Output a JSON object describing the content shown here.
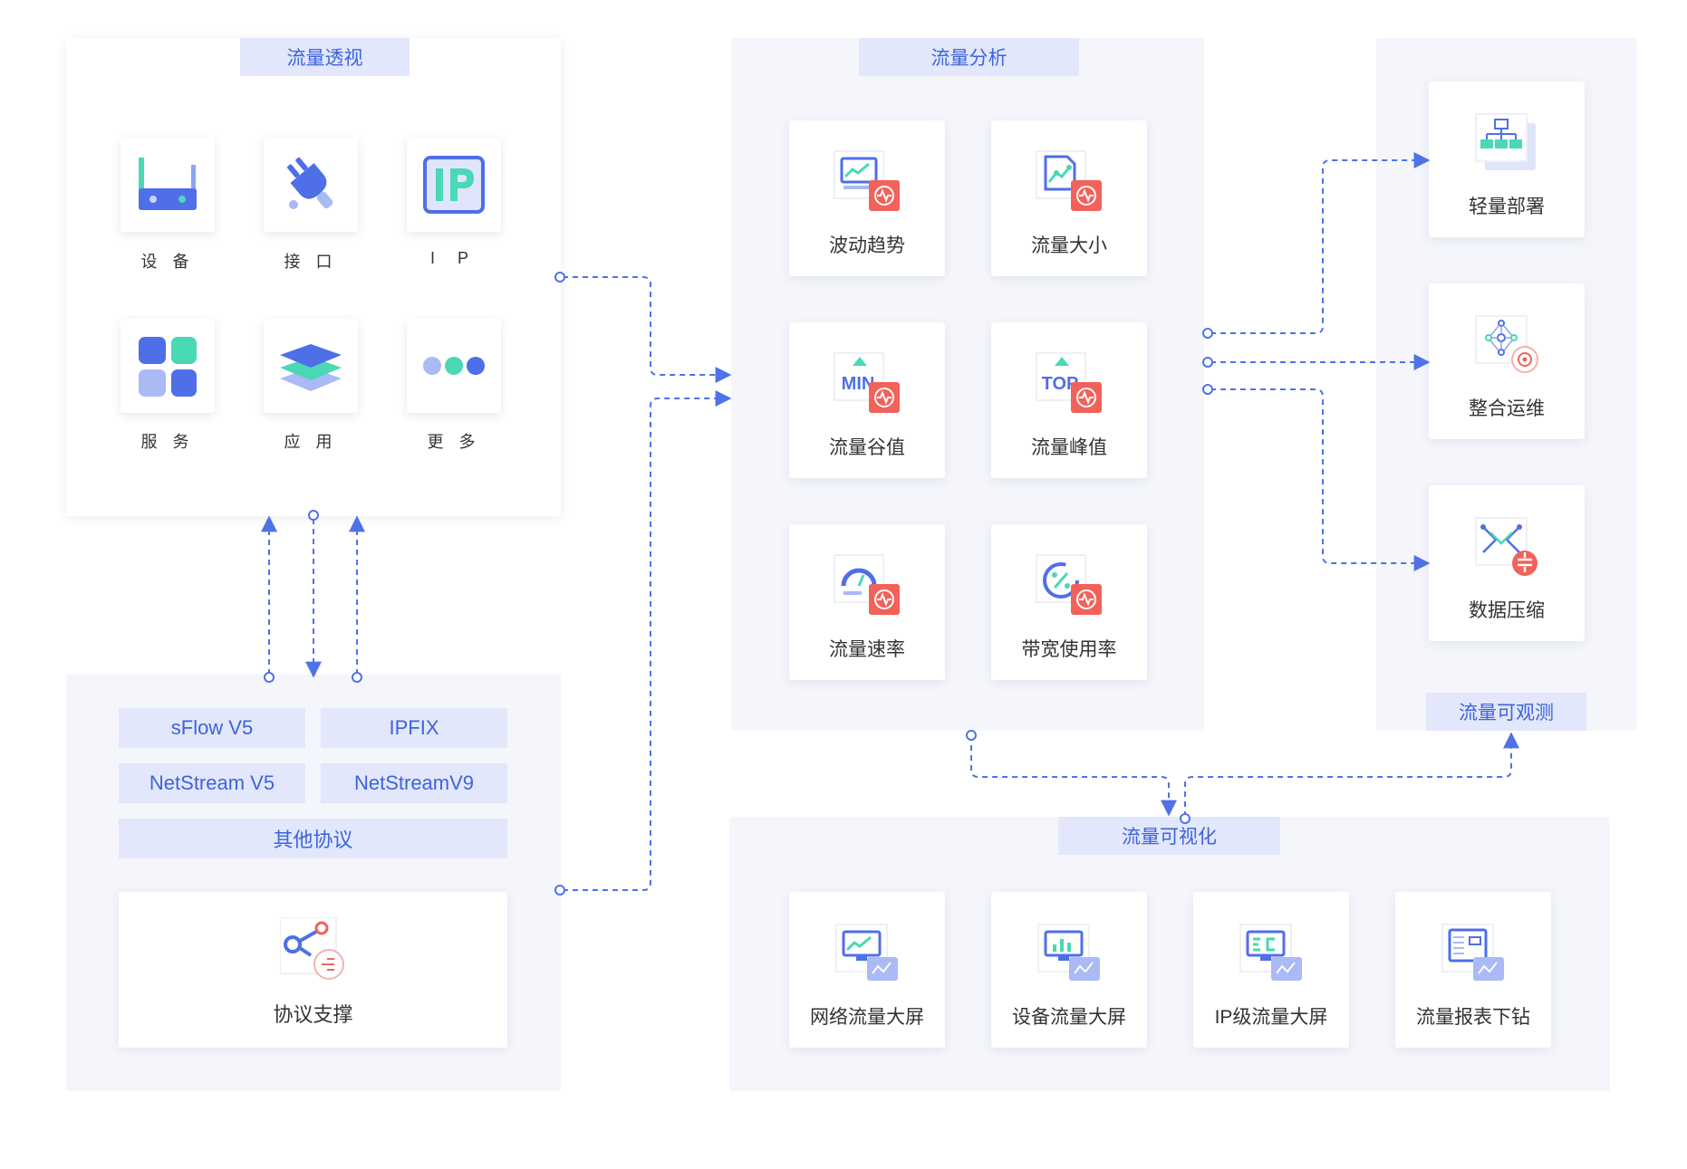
{
  "traffic_perspective": {
    "title": "流量透视",
    "items": [
      "设 备",
      "接 口",
      "I P",
      "服 务",
      "应 用",
      "更 多"
    ]
  },
  "protocols": {
    "items": [
      "sFlow V5",
      "IPFIX",
      "NetStream V5",
      "NetStreamV9"
    ],
    "other": "其他协议",
    "support": "协议支撑"
  },
  "traffic_analysis": {
    "title": "流量分析",
    "items": [
      "波动趋势",
      "流量大小",
      "流量谷值",
      "流量峰值",
      "流量速率",
      "带宽使用率"
    ],
    "badges": {
      "min": "MIN",
      "top": "TOP"
    }
  },
  "observability": {
    "title": "流量可观测",
    "items": [
      "轻量部署",
      "整合运维",
      "数据压缩"
    ]
  },
  "visualization": {
    "title": "流量可视化",
    "items": [
      "网络流量大屏",
      "设备流量大屏",
      "IP级流量大屏",
      "流量报表下钻"
    ]
  },
  "colors": {
    "accent": "#3e63dd",
    "tab_bg": "#e2e7fb",
    "panel_tint": "#f5f6fb",
    "teal": "#4ad8b5",
    "red_badge": "#f2615a",
    "line": "#4f72e6"
  }
}
